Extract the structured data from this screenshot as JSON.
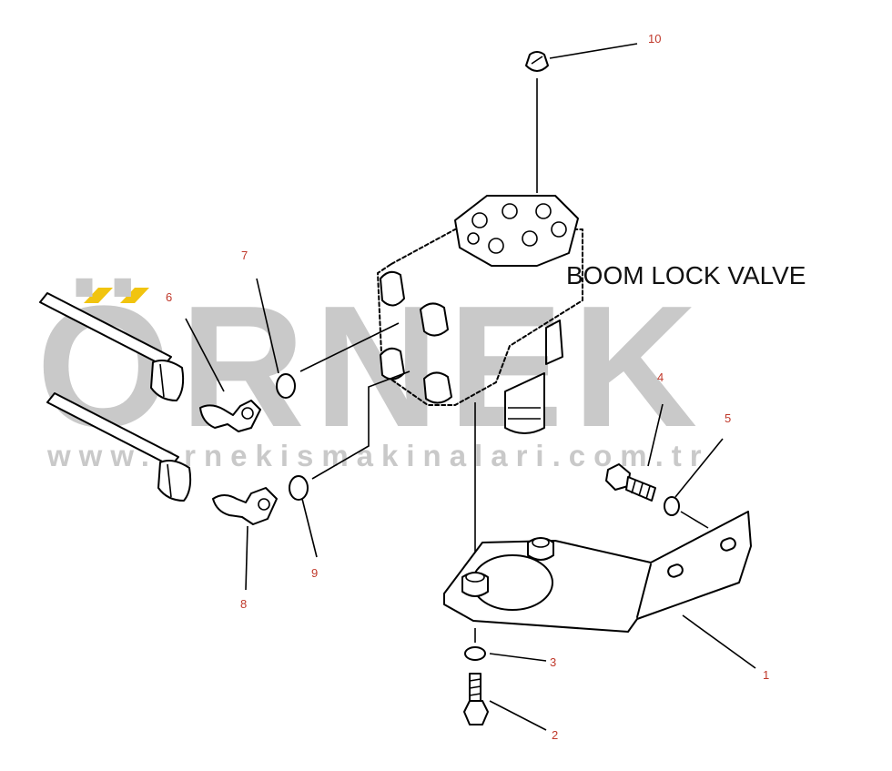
{
  "diagram": {
    "title": "BOOM LOCK VALVE",
    "callouts": [
      "10",
      "7",
      "6",
      "4",
      "5",
      "9",
      "8",
      "3",
      "1",
      "2"
    ]
  },
  "watermark": {
    "brand": "ÖRNEK",
    "url": "www.ornekismakinalari.com.tr",
    "accent_color": "#f1c40f",
    "text_color": "#c9c9c9"
  },
  "colors": {
    "callout": "#c0392b",
    "line_art": "#000000",
    "background": "#ffffff"
  }
}
